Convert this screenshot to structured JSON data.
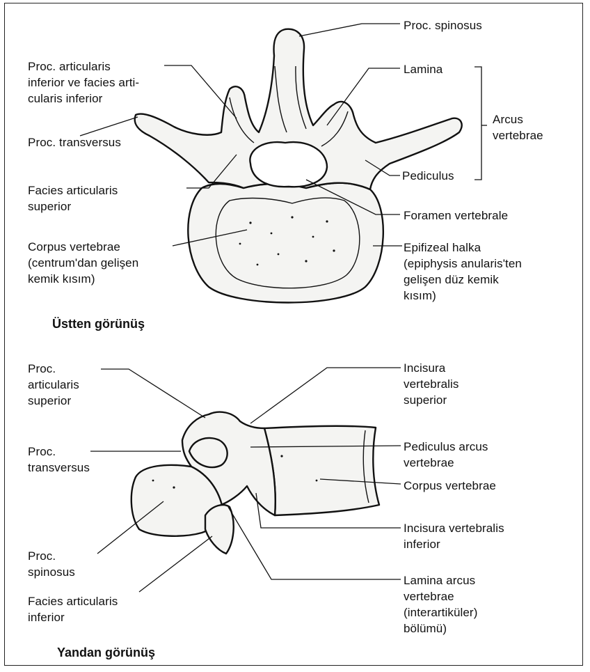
{
  "top_view": {
    "caption": "Üstten görünüş",
    "labels": {
      "proc_spinosus": "Proc. spinosus",
      "proc_articularis_inferior": "Proc. articularis\ninferior ve facies arti-\ncularis inferior",
      "proc_transversus": "Proc. transversus",
      "facies_articularis_superior": "Facies articularis\nsuperior",
      "corpus_vertebrae": "Corpus vertebrae\n(centrum'dan gelişen\nkemik kısım)",
      "lamina": "Lamina",
      "arcus_vertebrae": "Arcus\nvertebrae",
      "pediculus": "Pediculus",
      "foramen_vertebrale": "Foramen vertebrale",
      "epifizeal_halka": "Epifizeal halka\n(epiphysis anularis'ten\ngelişen düz kemik\nkısım)"
    }
  },
  "side_view": {
    "caption": "Yandan görünüş",
    "labels": {
      "proc_articularis_superior": "Proc.\narticularis\nsuperior",
      "proc_transversus": "Proc.\ntransversus",
      "proc_spinosus": "Proc.\nspinosus",
      "facies_articularis_inferior": "Facies articularis\ninferior",
      "incisura_vertebralis_superior": "Incisura\nvertebralis\nsuperior",
      "pediculus_arcus_vertebrae": "Pediculus arcus\nvertebrae",
      "corpus_vertebrae": "Corpus vertebrae",
      "incisura_vertebralis_inferior": "Incisura vertebralis\ninferior",
      "lamina_arcus_vertebrae": "Lamina arcus\nvertebrae\n(interartiküler)\nbölümü)"
    }
  },
  "colors": {
    "ink": "#111111",
    "bone_fill": "#f4f4f2",
    "border": "#222222"
  }
}
